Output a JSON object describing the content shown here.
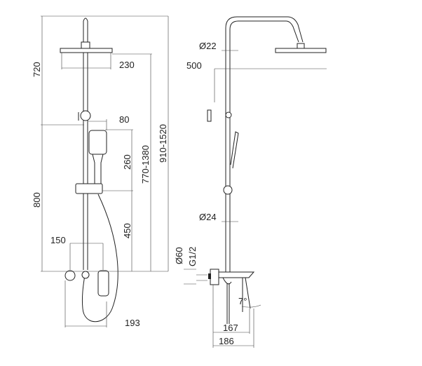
{
  "front_view": {
    "dims": {
      "overall_height": "910-1520",
      "head_height": "770-1380",
      "top_section": "720",
      "bottom_section": "800",
      "head_width": "230",
      "hand_shower_offset": "80",
      "hand_shower_length": "260",
      "slider_height": "450",
      "inlet_spacing": "150",
      "mixer_depth": "193"
    }
  },
  "side_view": {
    "dims": {
      "pipe_diameter_top": "Ø22",
      "arm_reach": "500",
      "pipe_diameter_bottom": "Ø24",
      "escutcheon_diameter": "Ø60",
      "thread": "G1/2",
      "handle_angle": "7°",
      "spout_projection": "167",
      "total_projection": "186"
    }
  },
  "colors": {
    "line": "#222222",
    "background": "#ffffff"
  }
}
